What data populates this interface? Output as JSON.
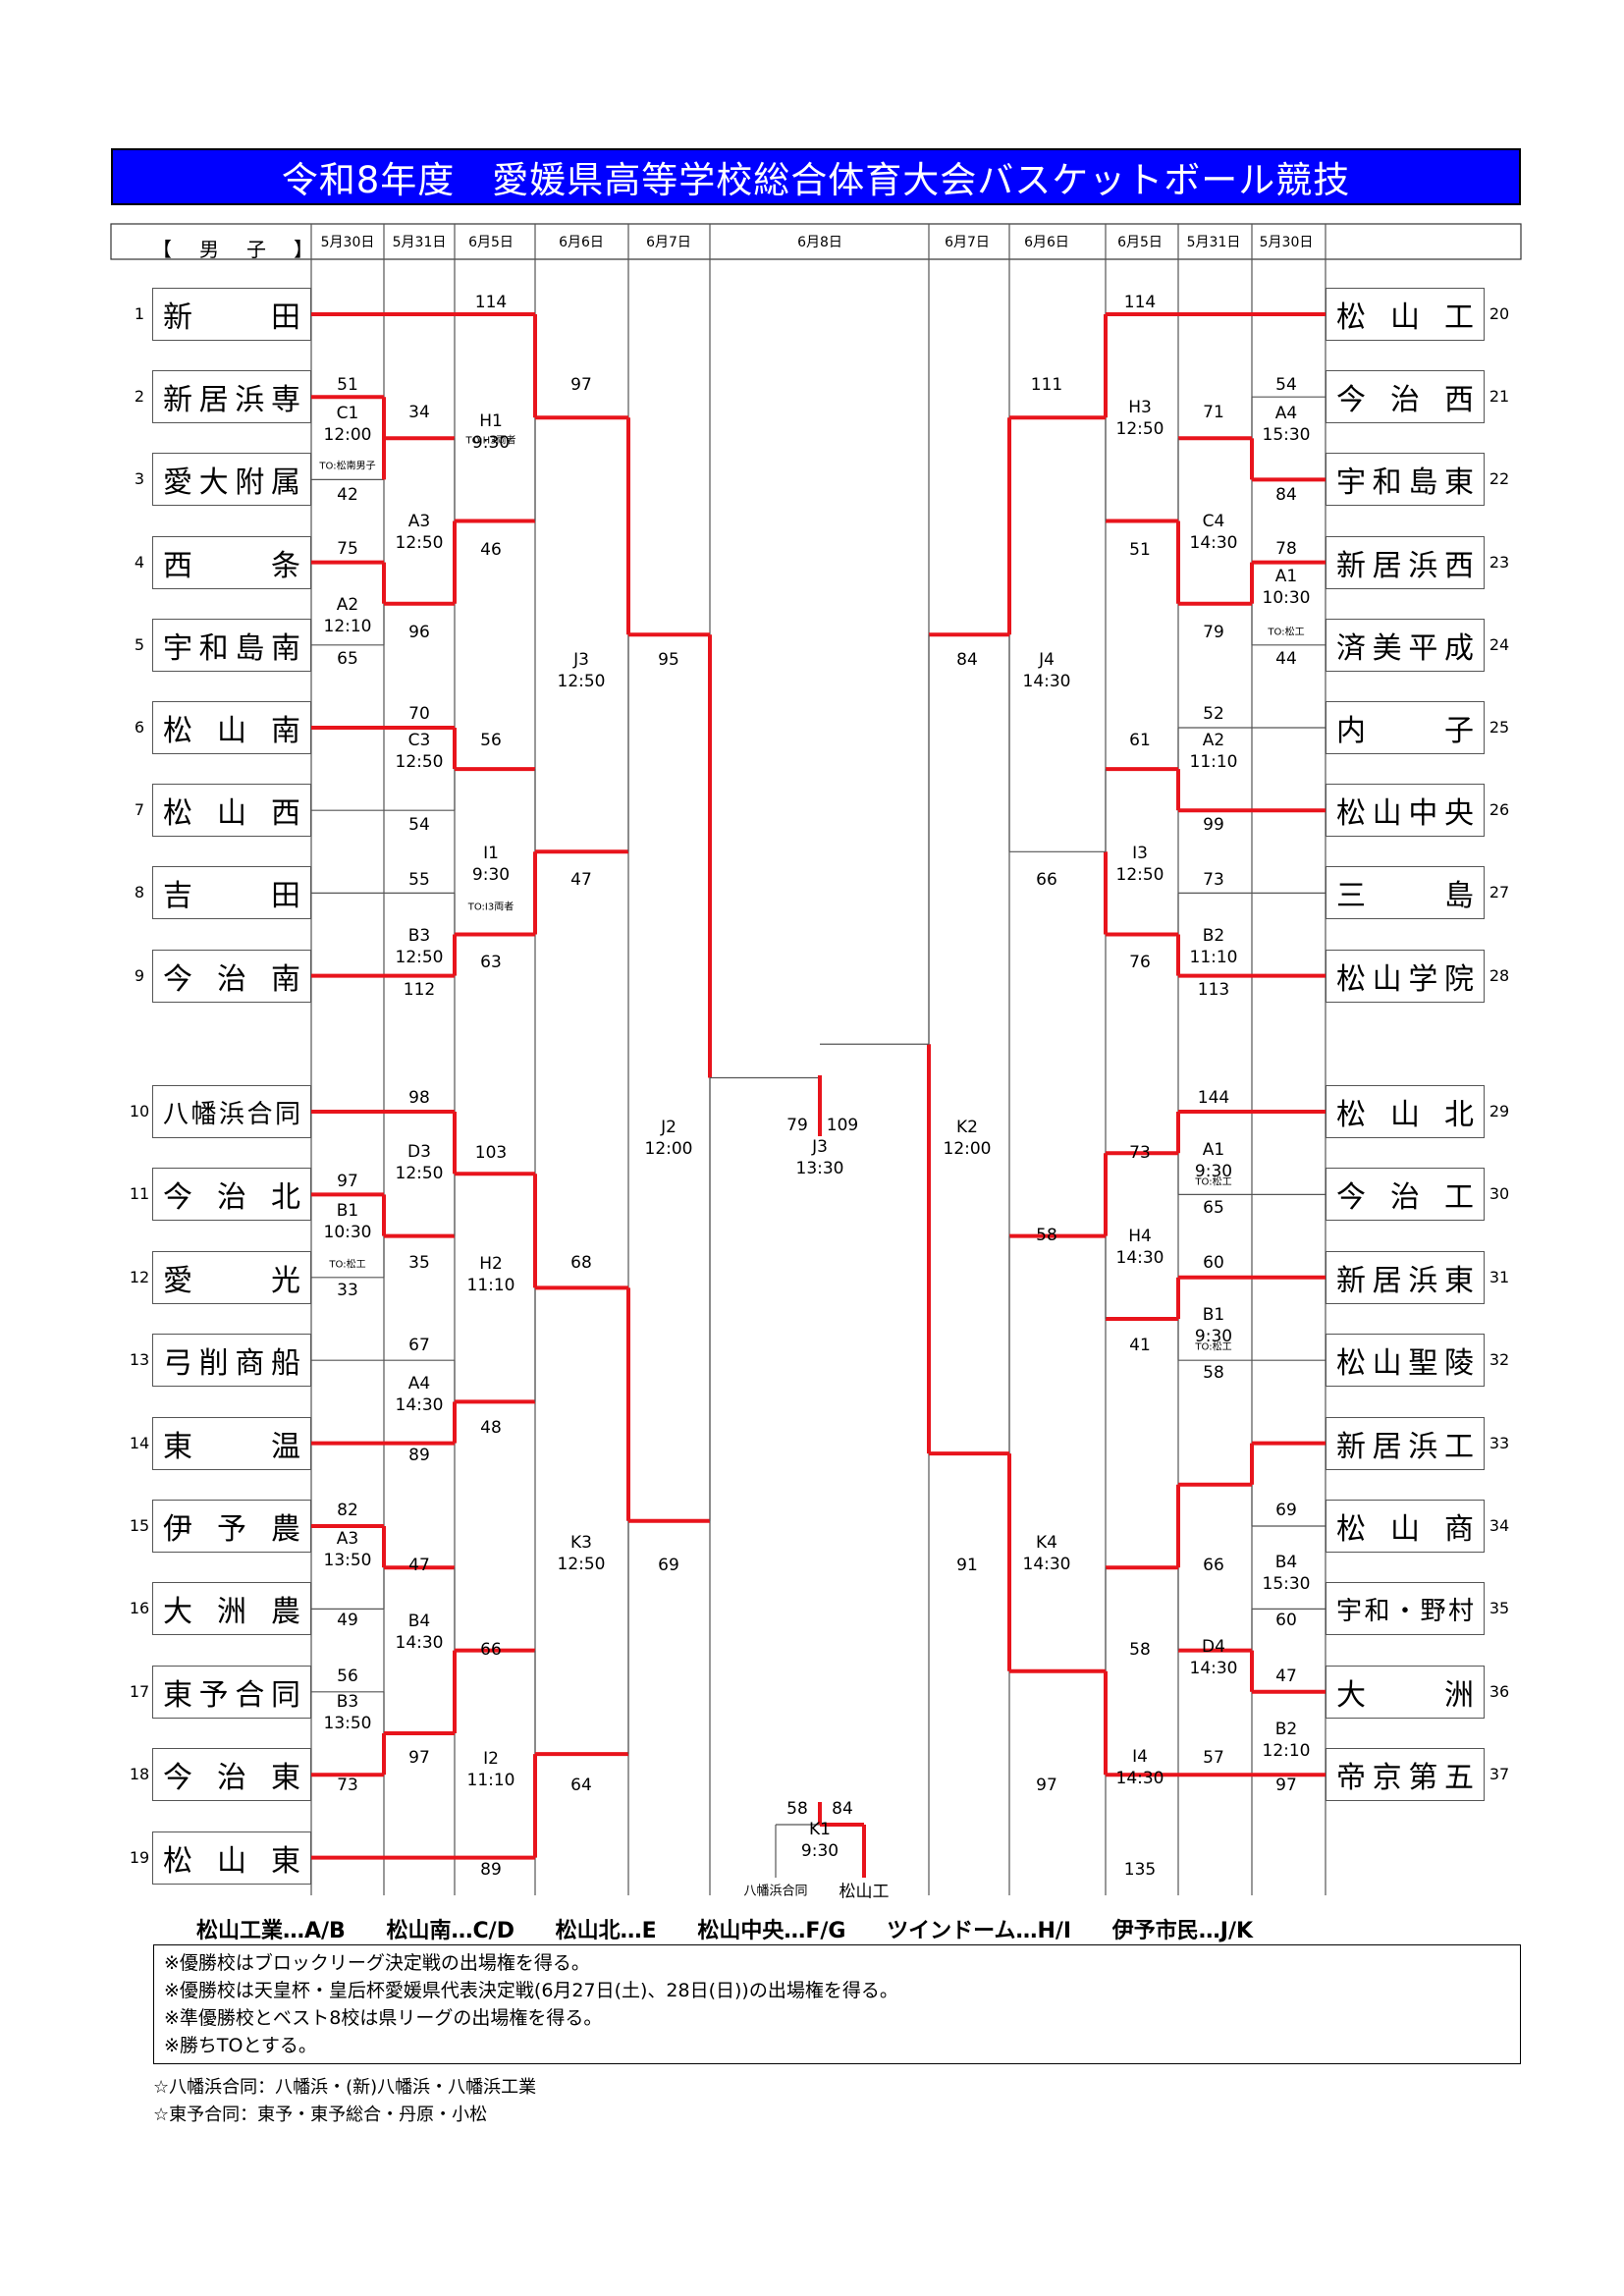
{
  "title": "令和8年度　愛媛県高等学校総合体育大会バスケットボール競技",
  "gender_label": "【　男　子　】",
  "day_headers_left": [
    "5月30日",
    "5月31日",
    "6月5日",
    "6月6日",
    "6月7日"
  ],
  "day_header_center": "6月8日",
  "day_headers_right": [
    "6月7日",
    "6月6日",
    "6月5日",
    "5月31日",
    "5月30日"
  ],
  "left_teams": [
    {
      "seed": "1",
      "name": "新　田"
    },
    {
      "seed": "2",
      "name": "新居浜専"
    },
    {
      "seed": "3",
      "name": "愛大附属"
    },
    {
      "seed": "4",
      "name": "西　条"
    },
    {
      "seed": "5",
      "name": "宇和島南"
    },
    {
      "seed": "6",
      "name": "松山南"
    },
    {
      "seed": "7",
      "name": "松山西"
    },
    {
      "seed": "8",
      "name": "吉　田"
    },
    {
      "seed": "9",
      "name": "今治南"
    },
    {
      "seed": "10",
      "name": "八幡浜合同"
    },
    {
      "seed": "11",
      "name": "今治北"
    },
    {
      "seed": "12",
      "name": "愛　光"
    },
    {
      "seed": "13",
      "name": "弓削商船"
    },
    {
      "seed": "14",
      "name": "東　温"
    },
    {
      "seed": "15",
      "name": "伊予農"
    },
    {
      "seed": "16",
      "name": "大洲農"
    },
    {
      "seed": "17",
      "name": "東予合同"
    },
    {
      "seed": "18",
      "name": "今治東"
    },
    {
      "seed": "19",
      "name": "松山東"
    }
  ],
  "right_teams": [
    {
      "seed": "20",
      "name": "松山工"
    },
    {
      "seed": "21",
      "name": "今治西"
    },
    {
      "seed": "22",
      "name": "宇和島東"
    },
    {
      "seed": "23",
      "name": "新居浜西"
    },
    {
      "seed": "24",
      "name": "済美平成"
    },
    {
      "seed": "25",
      "name": "内　子"
    },
    {
      "seed": "26",
      "name": "松山中央"
    },
    {
      "seed": "27",
      "name": "三　島"
    },
    {
      "seed": "28",
      "name": "松山学院"
    },
    {
      "seed": "29",
      "name": "松山北"
    },
    {
      "seed": "30",
      "name": "今治工"
    },
    {
      "seed": "31",
      "name": "新居浜東"
    },
    {
      "seed": "32",
      "name": "松山聖陵"
    },
    {
      "seed": "33",
      "name": "新居浜工"
    },
    {
      "seed": "34",
      "name": "松山商"
    },
    {
      "seed": "35",
      "name": "宇和・野村"
    },
    {
      "seed": "36",
      "name": "大　洲"
    },
    {
      "seed": "37",
      "name": "帝京第五"
    }
  ],
  "scores": {
    "l1_114": "114",
    "l2_51": "51",
    "l3_42": "42",
    "l2_34": "34",
    "l4_75": "75",
    "l5_65": "65",
    "l4_96": "96",
    "l4_46": "46",
    "l1_97": "97",
    "l6_70": "70",
    "l7_54": "54",
    "l6_56": "56",
    "l8_55": "55",
    "l9_112": "112",
    "l8_63": "63",
    "l8_47": "47",
    "l5_95": "95",
    "l10_98": "98",
    "l11_97": "97",
    "l12_33": "33",
    "l11_35": "35",
    "l10_103": "103",
    "l13_67": "67",
    "l14_89": "89",
    "l13_48": "48",
    "l12_68": "68",
    "l15_82": "82",
    "l16_49": "49",
    "l15_47": "47",
    "l17_56": "56",
    "l18_73": "73",
    "l17_97": "97",
    "l16_66": "66",
    "l18_89": "89",
    "l18_64": "64",
    "l15_69": "69",
    "c_79": "79",
    "c_109": "109",
    "k1_58": "58",
    "k1_84": "84",
    "r1_114": "114",
    "r2_54": "54",
    "r3_84": "84",
    "r2_71": "71",
    "r4_78": "78",
    "r5_44": "44",
    "r4_79": "79",
    "r4_51": "51",
    "r2_111": "111",
    "r5_84": "84",
    "r6_52": "52",
    "r7_99": "99",
    "r6_61": "61",
    "r8_73": "73",
    "r9_113": "113",
    "r8_76": "76",
    "r8_66": "66",
    "r10_144": "144",
    "r11_65": "65",
    "r10_73": "73",
    "r12_60": "60",
    "r13_58": "58",
    "r12_41": "41",
    "r11_58": "58",
    "r14_69": "69",
    "r15_60": "60",
    "r15_66": "66",
    "r16_47": "47",
    "r17_97": "97",
    "r16_57": "57",
    "r16_58": "58",
    "r18_135": "135",
    "r17_97b": "97",
    "r15_91": "91"
  },
  "games": {
    "C1": [
      "C1",
      "12:00"
    ],
    "H1": [
      "H1",
      "9:30"
    ],
    "A3": [
      "A3",
      "12:50"
    ],
    "A2": [
      "A2",
      "12:10"
    ],
    "J3": [
      "J3",
      "12:50"
    ],
    "C3": [
      "C3",
      "12:50"
    ],
    "I1": [
      "I1",
      "9:30"
    ],
    "B3": [
      "B3",
      "12:50"
    ],
    "J2": [
      "J2",
      "12:00"
    ],
    "J3f": [
      "J3",
      "13:30"
    ],
    "B1": [
      "B1",
      "10:30"
    ],
    "D3": [
      "D3",
      "12:50"
    ],
    "H2": [
      "H2",
      "11:10"
    ],
    "A4": [
      "A4",
      "14:30"
    ],
    "K3": [
      "K3",
      "12:50"
    ],
    "A3b": [
      "A3",
      "13:50"
    ],
    "B4": [
      "B4",
      "14:30"
    ],
    "B3b": [
      "B3",
      "13:50"
    ],
    "I2": [
      "I2",
      "11:10"
    ],
    "K1": [
      "K1",
      "9:30"
    ],
    "H3": [
      "H3",
      "12:50"
    ],
    "A4r": [
      "A4",
      "15:30"
    ],
    "C4": [
      "C4",
      "14:30"
    ],
    "A1r": [
      "A1",
      "10:30"
    ],
    "J4": [
      "J4",
      "14:30"
    ],
    "A2r": [
      "A2",
      "11:10"
    ],
    "I3": [
      "I3",
      "12:50"
    ],
    "B2r": [
      "B2",
      "11:10"
    ],
    "K2": [
      "K2",
      "12:00"
    ],
    "A1b": [
      "A1",
      "9:30"
    ],
    "H4": [
      "H4",
      "14:30"
    ],
    "B1r": [
      "B1",
      "9:30"
    ],
    "K4": [
      "K4",
      "14:30"
    ],
    "B4r": [
      "B4",
      "15:30"
    ],
    "D4": [
      "D4",
      "14:30"
    ],
    "B2b": [
      "B2",
      "12:10"
    ],
    "I4": [
      "I4",
      "14:30"
    ]
  },
  "to_notes": {
    "c1": "TO:松南男子",
    "h1": "TO:H3両者",
    "i1": "TO:I3両者",
    "b1": "TO:松工",
    "a1r": "TO:松工",
    "a1b": "TO:松工",
    "b1r": "TO:松工"
  },
  "final_side_labels": {
    "left": "八幡浜合同",
    "right": "松山工"
  },
  "venues": [
    "松山工業…A/B",
    "松山南…C/D",
    "松山北…E",
    "松山中央…F/G",
    "ツインドーム…H/I",
    "伊予市民…J/K"
  ],
  "notes": [
    "※優勝校はブロックリーグ決定戦の出場権を得る。",
    "※優勝校は天皇杯・皇后杯愛媛県代表決定戦(6月27日(土)、28日(日))の出場権を得る。",
    "※準優勝校とベスト8校は県リーグの出場権を得る。",
    "※勝ちTOとする。"
  ],
  "footnotes": [
    "☆八幡浜合同：八幡浜・(新)八幡浜・八幡浜工業",
    "☆東予合同：東予・東予総合・丹原・小松"
  ],
  "colors": {
    "title_bg": "#0000ff",
    "win_line": "#e8141c",
    "line": "#555555"
  }
}
